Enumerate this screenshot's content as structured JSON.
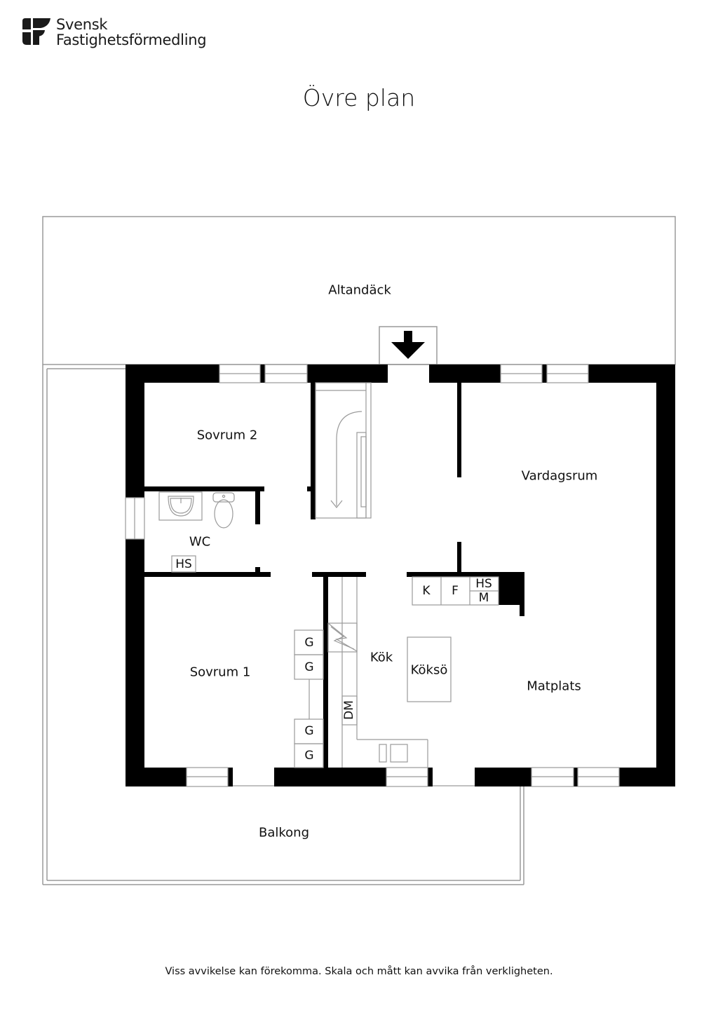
{
  "brand": {
    "name_line1": "Svensk",
    "name_line2": "Fastighetsförmedling",
    "logo_icon": "sf-logo-icon"
  },
  "title": "Övre plan",
  "rooms": {
    "altandack": "Altandäck",
    "sovrum2": "Sovrum 2",
    "vardagsrum": "Vardagsrum",
    "wc": "WC",
    "sovrum1": "Sovrum 1",
    "kok": "Kök",
    "kokso": "Köksö",
    "matplats": "Matplats",
    "balkong": "Balkong"
  },
  "fixtures": {
    "wc_hs": "HS",
    "k": "K",
    "f": "F",
    "hs": "HS",
    "m": "M",
    "g1": "G",
    "g2": "G",
    "g3": "G",
    "g4": "G",
    "dm": "DM"
  },
  "entrance_icon": "arrow-down-icon",
  "footer": "Viss avvikelse kan förekomma. Skala och mått kan avvika från verkligheten.",
  "colors": {
    "wall": "#000000",
    "line": "#9a9a9a",
    "text": "#111111"
  }
}
